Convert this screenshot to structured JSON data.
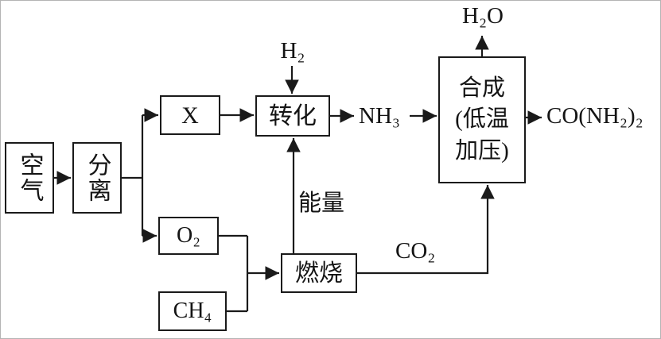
{
  "diagram": {
    "title": "urea-production-flowchart",
    "nodes": {
      "air": {
        "label": "空气"
      },
      "separate": {
        "label": "分离"
      },
      "x": {
        "label": "X"
      },
      "convert": {
        "label": "转化"
      },
      "synthesis": {
        "label": "合成\n(低温\n加压)"
      },
      "o2": {
        "label": "O₂"
      },
      "ch4": {
        "label": "CH₄"
      },
      "burn": {
        "label": "燃烧"
      }
    },
    "labels": {
      "h2o": "H₂O",
      "h2": "H₂",
      "nh3": "NH₃",
      "urea": "CO(NH₂)₂",
      "energy": "能量",
      "co2": "CO₂"
    },
    "colors": {
      "line": "#1a1a1a",
      "background": "#ffffff"
    }
  }
}
